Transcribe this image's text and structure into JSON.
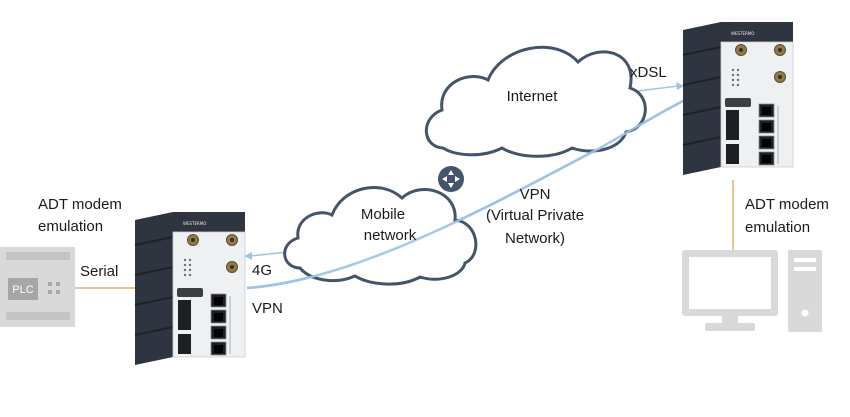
{
  "labels": {
    "adt_left_line1": "ADT modem",
    "adt_left_line2": "emulation",
    "serial": "Serial",
    "plc": "PLC",
    "four_g": "4G",
    "vpn_left": "VPN",
    "mobile_line1": "Mobile",
    "mobile_line2": "network",
    "vpn_center_line1": "VPN",
    "vpn_center_line2": "(Virtual Private",
    "vpn_center_line3": "Network)",
    "internet": "Internet",
    "xdsl": "xDSL",
    "adt_right_line1": "ADT modem",
    "adt_right_line2": "emulation",
    "router_brand": "WESTERMO"
  },
  "colors": {
    "cloud_stroke": "#44546a",
    "link_light_blue": "#9dc3e6",
    "serial_link": "#f4c28a",
    "router_body": "#2f3540",
    "router_face": "#eef0f2",
    "plc_gray": "#d9d9d9",
    "pc_gray": "#d9d9d9",
    "router_icon": "#44546a"
  },
  "icons": [
    "router-device-icon",
    "plc-icon",
    "computer-icon",
    "network-router-icon",
    "cloud-icon"
  ]
}
